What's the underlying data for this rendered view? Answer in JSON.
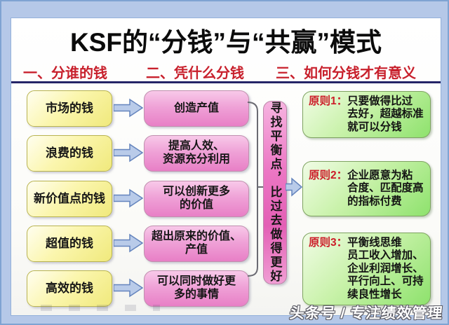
{
  "title": "KSF的“分钱”与“共赢”模式",
  "section_headers": [
    {
      "label": "一、分谁的钱"
    },
    {
      "label": "二、凭什么分钱"
    },
    {
      "label": "三、如何分钱才有意义"
    }
  ],
  "rows": [
    {
      "money": "市场的钱",
      "basis": "创造产值"
    },
    {
      "money": "浪费的钱",
      "basis": "提高人效、\n资源充分利用"
    },
    {
      "money": "新价值点的钱",
      "basis": "可以创新更多\n的价值"
    },
    {
      "money": "超值的钱",
      "basis": "超出原来的价值、\n产值"
    },
    {
      "money": "高效的钱",
      "basis": "可以同时做好更\n多的事情"
    }
  ],
  "balance_bar": "寻找平衡点，比过去做得更好",
  "principles": [
    {
      "label": "原则1：",
      "text": "只要做得比过\n去好，超越标准\n就可以分钱"
    },
    {
      "label": "原则2：",
      "text": "企业愿意为粘\n合度、匹配度高\n的指标付费"
    },
    {
      "label": "原则3：",
      "text": "平衡线思维\n员工收入增加、\n企业利润增长、\n平行向上、可持\n续良性增长"
    }
  ],
  "watermark": "头条号 / 专注绩效管理",
  "colors": {
    "frame_blue": "#b5c8e8",
    "header_red": "#c8202c",
    "divider_navy": "#252567",
    "money_box_yellow": "#f0e97c",
    "basis_box_pink": "#e87fc6",
    "balance_bar_pink": "#e35fb5",
    "principle_box_green": "#8ee26d",
    "arrow_blue": "#b9cbe9"
  }
}
